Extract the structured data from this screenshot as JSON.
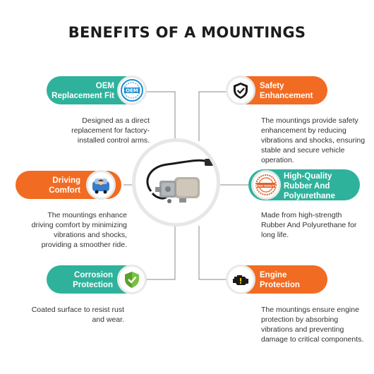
{
  "title": "BENEFITS OF A MOUNTINGS",
  "benefits": [
    {
      "heading": "OEM Replacement Fit",
      "icon": "oem-seal-icon",
      "description": "Designed as a direct replacement for factory-installed control arms.",
      "color": "#2fb29c",
      "badge_text": "OEM"
    },
    {
      "heading": "Safety Enhancement",
      "icon": "shield-check-icon",
      "description": "The mountings provide safety enhancement by reducing vibrations and shocks, ensuring stable and secure vehicle operation.",
      "color": "#f26b22"
    },
    {
      "heading": "Driving Comfort",
      "icon": "driver-car-icon",
      "description": "The mountings enhance driving comfort by minimizing vibrations and shocks, providing a smoother ride.",
      "color": "#f26b22"
    },
    {
      "heading": "High-Quality Rubber And Polyurethane",
      "icon": "high-quality-stamp-icon",
      "description": "Made from high-strength Rubber And Polyurethane for long life.",
      "color": "#2fb29c",
      "badge_text": "HIGH QUALITY"
    },
    {
      "heading": "Corrosion Protection",
      "icon": "shield-check-green-icon",
      "description": "Coated surface to resist rust and wear.",
      "color": "#2fb29c"
    },
    {
      "heading": "Engine Protection",
      "icon": "engine-warning-icon",
      "description": "The mountings ensure engine protection by absorbing vibrations and preventing damage to critical components.",
      "color": "#f26b22"
    }
  ],
  "colors": {
    "teal": "#2fb29c",
    "orange": "#f26b22",
    "text": "#333333"
  }
}
